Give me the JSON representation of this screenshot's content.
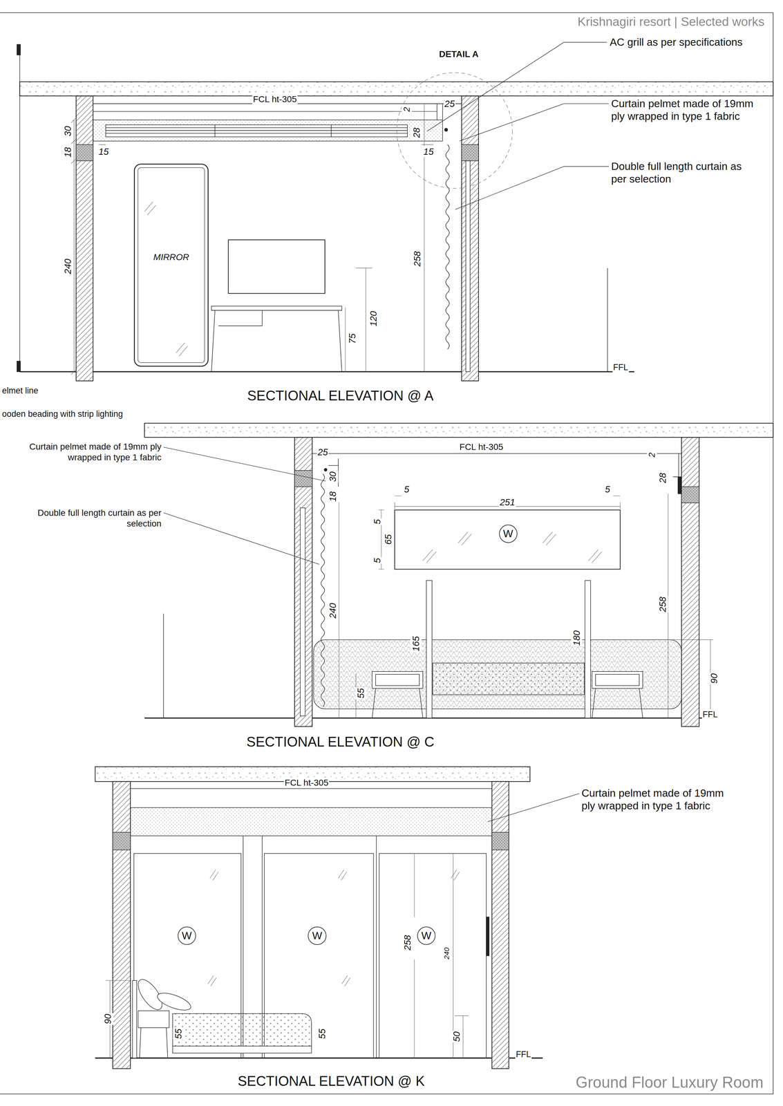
{
  "diagram": {
    "title": "Ground Floor Luxury Room",
    "nodes": [
      {
        "text": [
          "MIRROR"
        ]
      },
      {
        "text": [
          "W"
        ]
      },
      {
        "text": [
          "W"
        ]
      },
      {
        "text": [
          "W"
        ]
      },
      {
        "text": [
          "W"
        ]
      }
    ],
    "labels": [
      "Krishnagiri resort | Selected works",
      "DETAIL A",
      "AC grill as per specifications",
      "FCL ht-305",
      "25",
      "2",
      "Curtain pelmet made of 19mm ply wrapped in type 1 fabric",
      "30",
      "28",
      "18",
      "15",
      "15",
      "Double full length curtain as per selection",
      "240",
      "258",
      "120",
      "75",
      "FFL",
      "elmet line",
      "ooden beading with strip lighting",
      "SECTIONAL ELEVATION @ A",
      "Curtain pelmet made of 19mm ply wrapped in type 1 fabric",
      "25",
      "FCL ht-305",
      "2",
      "30",
      "28",
      "5",
      "251",
      "5",
      "18",
      "Double full length curtain as per selection",
      "5",
      "65",
      "5",
      "258",
      "240",
      "180",
      "165",
      "90",
      "55",
      "FFL",
      "SECTIONAL ELEVATION @ C",
      "FCL ht-305",
      "Curtain pelmet made of 19mm ply wrapped in type 1 fabric",
      "258",
      "240",
      "90",
      "55",
      "55",
      "50",
      "FFL",
      "SECTIONAL ELEVATION @ K"
    ]
  }
}
